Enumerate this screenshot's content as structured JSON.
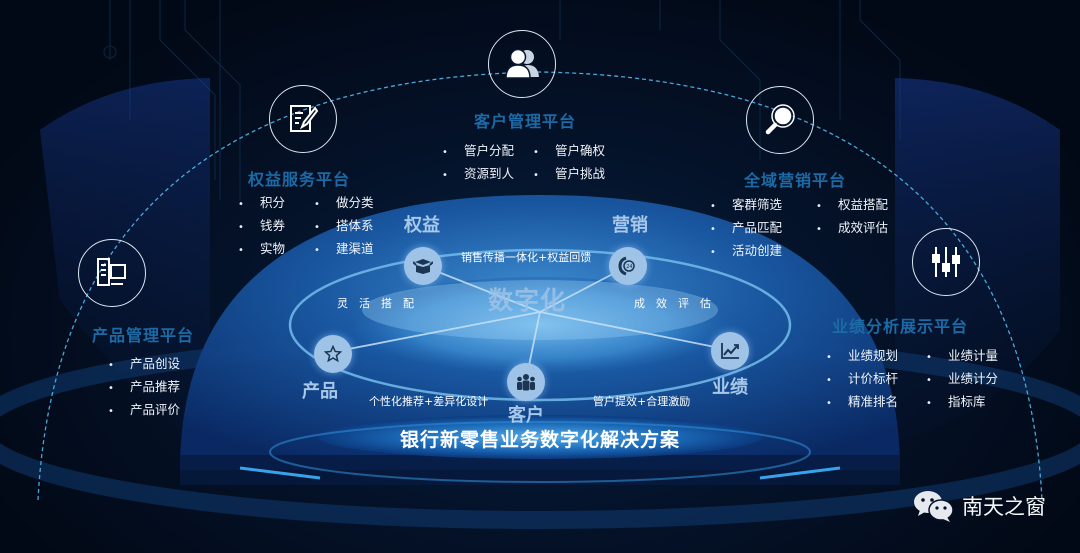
{
  "diagram": {
    "title": "银行新零售业务数字化解决方案",
    "center": "数字化",
    "colors": {
      "background": "#020a18",
      "platform_title": "#1c6aa6",
      "dome": "#1b5fa8",
      "node_fill": "#9fc3e6",
      "arc_dashed": "#4aa8d8",
      "node_label": "#a8c8ea"
    }
  },
  "platforms": [
    {
      "id": "product",
      "icon": "monitor-server-icon",
      "title": "产品管理平台",
      "items": [
        [
          "产品创设",
          "产品推荐",
          "产品评价"
        ]
      ]
    },
    {
      "id": "rights",
      "icon": "document-edit-icon",
      "title": "权益服务平台",
      "items": [
        [
          "积分",
          "钱券",
          "实物"
        ],
        [
          "做分类",
          "搭体系",
          "建渠道"
        ]
      ]
    },
    {
      "id": "customer",
      "icon": "users-icon",
      "title": "客户管理平台",
      "items": [
        [
          "管户分配",
          "资源到人"
        ],
        [
          "管户确权",
          "管户挑战"
        ]
      ]
    },
    {
      "id": "marketing",
      "icon": "search-icon",
      "title": "全域营销平台",
      "items": [
        [
          "客群筛选",
          "产品匹配",
          "活动创建"
        ],
        [
          "权益搭配",
          "成效评估"
        ]
      ]
    },
    {
      "id": "performance",
      "icon": "sliders-icon",
      "title": "业绩分析展示平台",
      "items": [
        [
          "业绩规划",
          "计价标杆",
          "精准排名"
        ],
        [
          "业绩计量",
          "业绩计分",
          "指标库"
        ]
      ]
    }
  ],
  "nodes": [
    {
      "id": "rights",
      "label": "权益",
      "icon": "gift-box-icon"
    },
    {
      "id": "marketing",
      "label": "营销",
      "icon": "phone-24h-icon"
    },
    {
      "id": "product",
      "label": "产品",
      "icon": "star-icon"
    },
    {
      "id": "customer",
      "label": "客户",
      "icon": "group-icon"
    },
    {
      "id": "performance",
      "label": "业绩",
      "icon": "line-chart-icon"
    }
  ],
  "edges": {
    "rights_marketing": "销售传播一体化+权益回馈",
    "rights_product": "灵活搭配",
    "marketing_performance": "成效评估",
    "product_customer": "个性化推荐+差异化设计",
    "customer_performance": "管户提效+合理激励"
  },
  "watermark": {
    "icon": "wechat-icon",
    "text": "南天之窗"
  }
}
